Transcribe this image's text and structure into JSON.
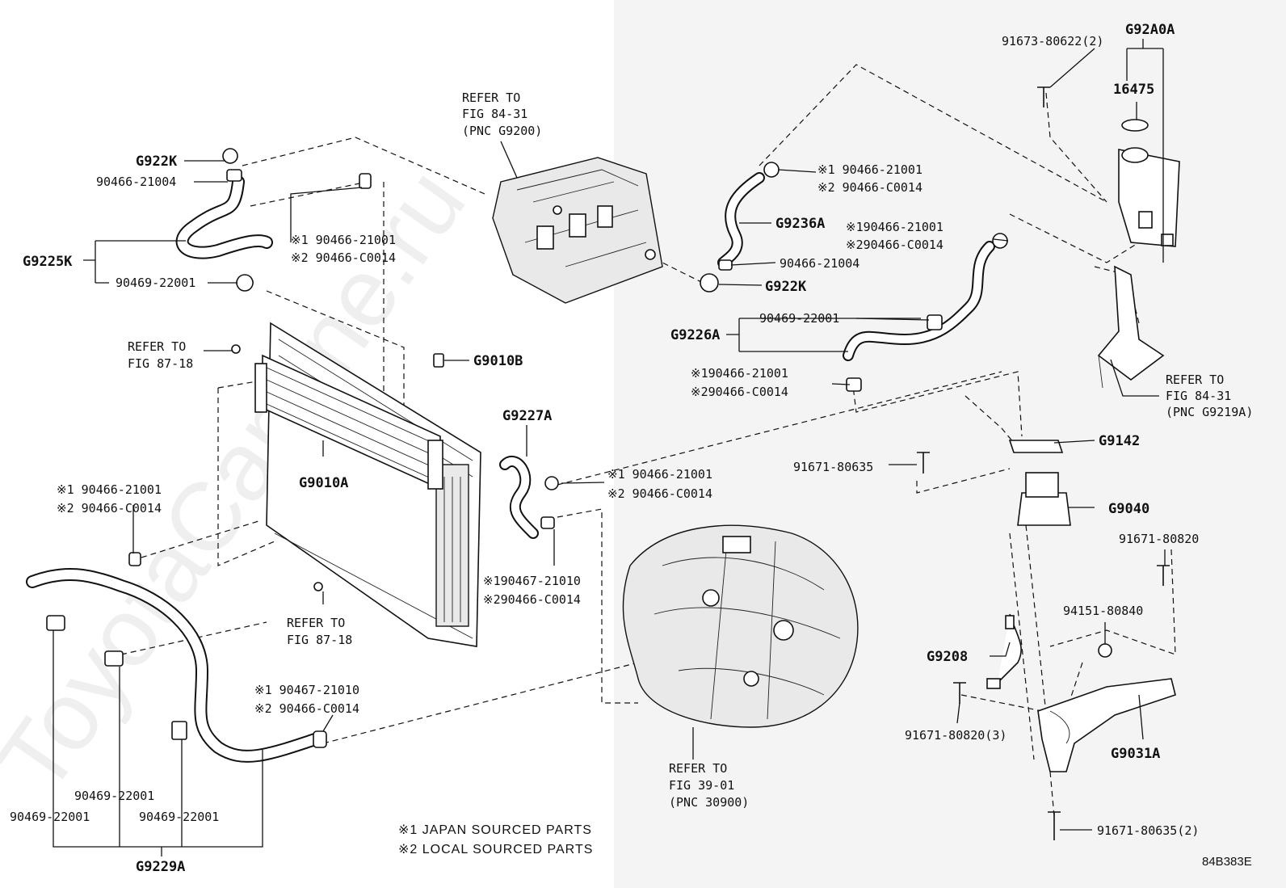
{
  "watermark": "ToyotaCamine.ru",
  "diagram_code": "84B383E",
  "legend": {
    "note1": "※1 JAPAN SOURCED PARTS",
    "note2": "※2 LOCAL SOURCED PARTS"
  },
  "labels": {
    "g92a0a": "G92A0A",
    "p91673_80622": "91673-80622(2)",
    "p16475": "16475",
    "refer_g9219a_1": "REFER TO",
    "refer_g9219a_2": "FIG 84-31",
    "refer_g9219a_3": "(PNC G9219A)",
    "refer_g9200_1": "REFER TO",
    "refer_g9200_2": "FIG 84-31",
    "refer_g9200_3": "(PNC G9200)",
    "g922k_top": "G922K",
    "p90466_21004_left": "90466-21004",
    "g9225k": "G9225K",
    "p90469_22001_top": "90469-22001",
    "m1_a": "※1 90466-21001",
    "m2_a": "※2 90466-C0014",
    "refer_8718_a1": "REFER TO",
    "refer_8718_a2": "FIG 87-18",
    "g9010b": "G9010B",
    "g9010a": "G9010A",
    "m1_b": "※1 90466-21001",
    "m2_b": "※2 90466-C0014",
    "refer_8718_b1": "REFER TO",
    "refer_8718_b2": "FIG 87-18",
    "m1_c": "※1 90466-21001",
    "m2_c": "※2 90466-C0014",
    "g9236a": "G9236A",
    "p90466_21004_mid": "90466-21004",
    "g922k_mid": "G922K",
    "m1_d": "※190466-21001",
    "m2_d": "※290466-C0014",
    "p90469_22001_mid": "90469-22001",
    "g9226a": "G9226A",
    "m1_e": "※190466-21001",
    "m2_e": "※290466-C0014",
    "g9227a": "G9227A",
    "m1_f": "※1 90466-21001",
    "m2_f": "※2 90466-C0014",
    "m1_g": "※190467-21010",
    "m2_g": "※290466-C0014",
    "g9142": "G9142",
    "p91671_80635": "91671-80635",
    "g9040": "G9040",
    "p91671_80820": "91671-80820",
    "p94151_80840": "94151-80840",
    "g9208": "G9208",
    "p91671_80820_3": "91671-80820(3)",
    "g9031a": "G9031A",
    "p91671_80635_2": "91671-80635(2)",
    "m1_h": "※1 90467-21010",
    "m2_h": "※2 90466-C0014",
    "p90469_22001_b1": "90469-22001",
    "p90469_22001_b2": "90469-22001",
    "p90469_22001_b3": "90469-22001",
    "g9229a": "G9229A",
    "refer_3001_1": "REFER TO",
    "refer_3001_2": "FIG 39-01",
    "refer_3001_3": "(PNC 30900)"
  }
}
